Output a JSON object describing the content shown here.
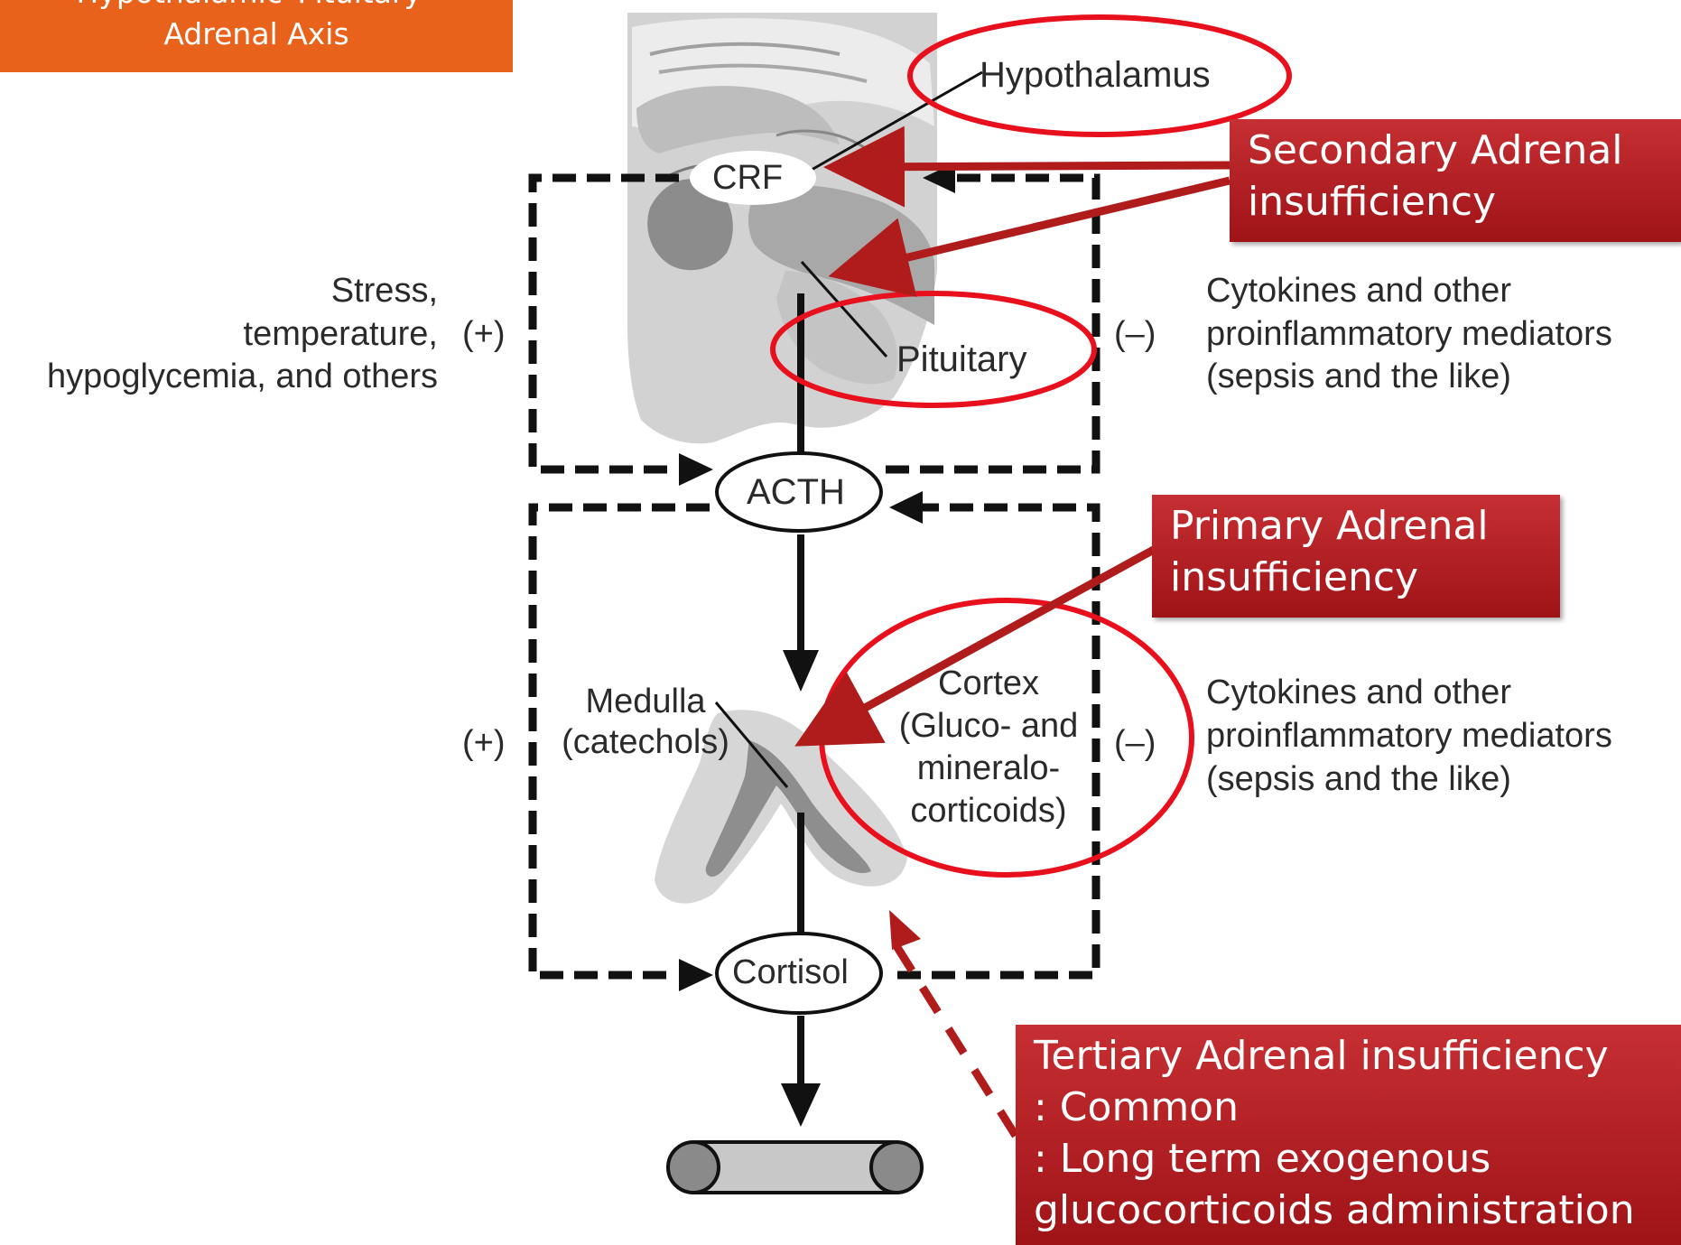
{
  "slide": {
    "title_line1": "Hypothalamic–Pituitary–",
    "title_line2": "Adrenal Axis"
  },
  "diagram": {
    "hypothalamus": "Hypothalamus",
    "crf": "CRF",
    "pituitary": "Pituitary",
    "acth": "ACTH",
    "cortisol": "Cortisol",
    "stress_line1": "Stress,",
    "stress_line2": "temperature,",
    "stress_line3": "hypoglycemia, and others",
    "plus_top": "(+)",
    "minus_top": "(–)",
    "plus_bottom": "(+)",
    "minus_bottom": "(–)",
    "cytokines_top_line1": "Cytokines and other",
    "cytokines_top_line2": "proinflammatory mediators",
    "cytokines_top_line3": "(sepsis and the like)",
    "cytokines_bottom_line1": "Cytokines and other",
    "cytokines_bottom_line2": "proinflammatory mediators",
    "cytokines_bottom_line3": "(sepsis and the like)",
    "medulla_line1": "Medulla",
    "medulla_line2": "(catechols)",
    "cortex_line1": "Cortex",
    "cortex_line2": "(Gluco- and",
    "cortex_line3": "mineralo-",
    "cortex_line4": "corticoids)"
  },
  "callouts": {
    "secondary_line1": "Secondary Adrenal",
    "secondary_line2": "insufficiency",
    "primary_line1": "Primary  Adrenal",
    "primary_line2": "insufficiency",
    "tertiary_line1": "Tertiary  Adrenal insufficiency",
    "tertiary_line2": ": Common",
    "tertiary_line3": ": Long term exogenous",
    "tertiary_line4": "glucocorticoids administration"
  },
  "colors": {
    "title_bg": "#e9621b",
    "callout_bg": "#b4201f",
    "highlight_ring": "#e8101c",
    "pointer_arrow": "#b01c1c"
  }
}
